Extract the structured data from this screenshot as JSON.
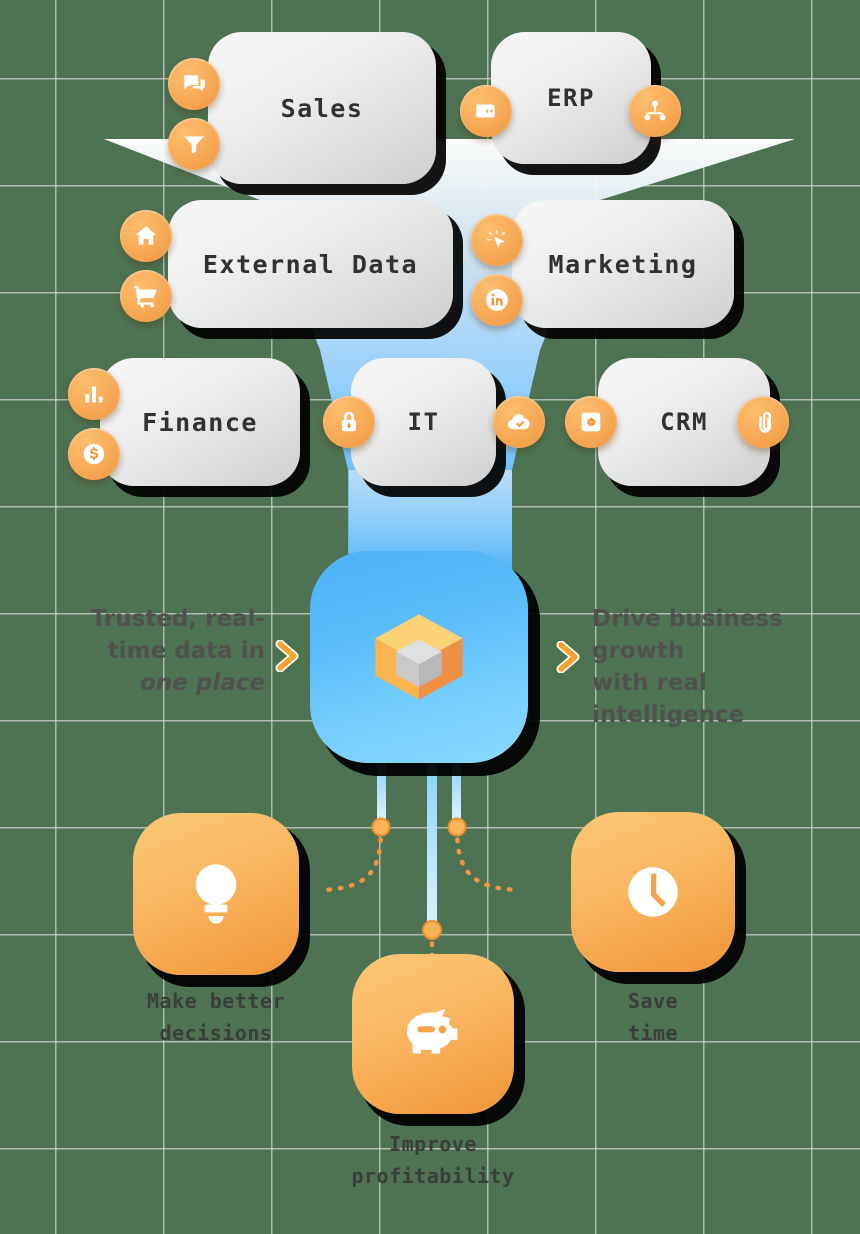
{
  "theme": {
    "background": "#4d7353",
    "grid_line": "#d2d2d2",
    "accent_orange": "#f5a94f",
    "hub_blue": "#5cbdfb",
    "funnel_blue": "#62bcfb",
    "card_grey": "#e9e9e9",
    "text_dark": "#2f3133",
    "caption_grey": "#50514e"
  },
  "sources": [
    {
      "label": "Sales",
      "icons": [
        "chat-bubbles-icon",
        "funnel-filter-icon"
      ]
    },
    {
      "label": "ERP",
      "icons": [
        "wallet-icon",
        "node-hierarchy-icon"
      ]
    },
    {
      "label": "External Data",
      "icons": [
        "home-icon",
        "shopping-cart-icon"
      ]
    },
    {
      "label": "Marketing",
      "icons": [
        "cursor-click-icon",
        "linkedin-icon"
      ]
    },
    {
      "label": "Finance",
      "icons": [
        "bar-chart-icon",
        "dollar-coin-icon"
      ]
    },
    {
      "label": "IT",
      "icons": [
        "lock-icon",
        "cloud-check-icon"
      ]
    },
    {
      "label": "CRM",
      "icons": [
        "gear-square-icon",
        "paperclip-icon"
      ]
    }
  ],
  "hub": {
    "icon": "isometric-cube-icon"
  },
  "captions": {
    "left": {
      "line1": "Trusted, real-",
      "line2": "time data in",
      "emphasis": "one place",
      "arrow": "chevron-right-icon"
    },
    "right": {
      "line1": "Drive business",
      "line2": "growth",
      "line3": "with real",
      "line4": "intelligence",
      "arrow": "chevron-right-icon"
    }
  },
  "benefits": [
    {
      "label_line1": "Make better",
      "label_line2": "decisions",
      "icon": "lightbulb-icon"
    },
    {
      "label_line1": "Improve",
      "label_line2": "profitability",
      "icon": "piggy-bank-icon"
    },
    {
      "label_line1": "Save",
      "label_line2": "time",
      "icon": "clock-icon"
    }
  ]
}
